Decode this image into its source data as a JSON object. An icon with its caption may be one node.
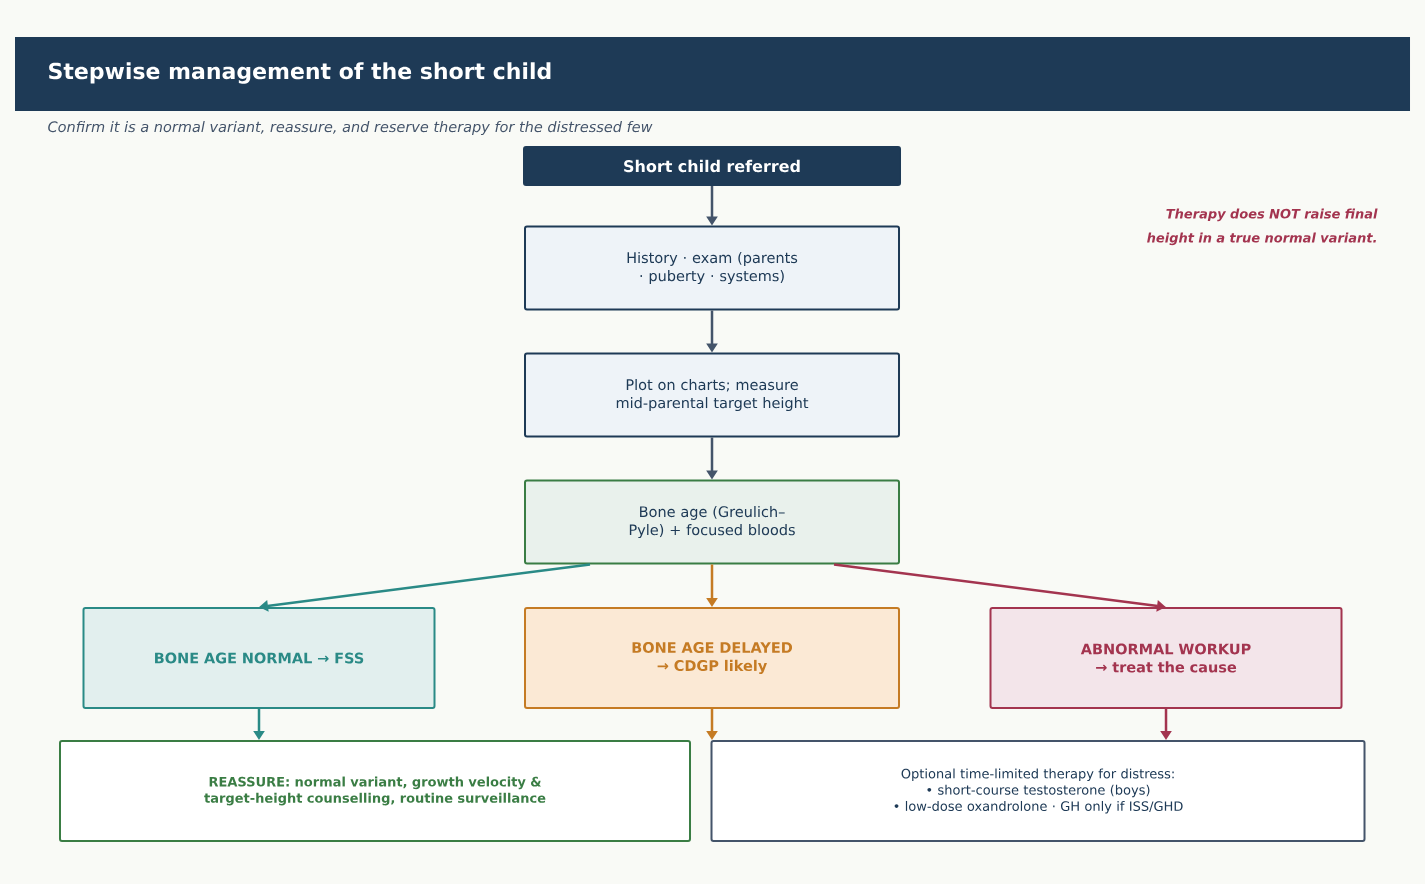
{
  "diagram": {
    "title": "Stepwise management of the short child",
    "caption": "Confirm it is a normal variant, reassure, and reserve therapy for the distressed few",
    "nodes": [
      {
        "text": [
          "Short child referred"
        ]
      },
      {
        "text": [
          "History · exam (parents · puberty · systems)"
        ]
      },
      {
        "text": [
          "Plot on charts; measure mid-parental target height"
        ]
      },
      {
        "text": [
          "Bone age (Greulich–Pyle) + focused bloods"
        ]
      },
      {
        "text": [
          "BONE AGE NORMAL → FSS"
        ]
      },
      {
        "text": [
          "BONE AGE DELAYED → CDGP likely"
        ]
      },
      {
        "text": [
          "ABNORMAL WORKUP → treat the cause"
        ]
      },
      {
        "text": [
          "REASSURE: normal variant, growth velocity & target-height counselling, routine surveillance"
        ]
      },
      {
        "text": [
          "Optional time-limited therapy for distress:",
          "• short-course testosterone (boys)",
          "• low-dose oxandrolone · GH only if ISS/GHD"
        ]
      }
    ],
    "edges": [
      {
        "from": 0,
        "to": 1,
        "arrow": "to",
        "color": "#44546a"
      },
      {
        "from": 1,
        "to": 2,
        "arrow": "to",
        "color": "#44546a"
      },
      {
        "from": 2,
        "to": 3,
        "arrow": "to",
        "color": "#44546a"
      },
      {
        "from": 3,
        "to": 4,
        "arrow": "to",
        "color": "#2a8a86"
      },
      {
        "from": 3,
        "to": 5,
        "arrow": "to",
        "color": "#c57b24"
      },
      {
        "from": 3,
        "to": 6,
        "arrow": "to",
        "color": "#a3344f"
      },
      {
        "from": 4,
        "to": 7,
        "arrow": "to",
        "color": "#2a8a86"
      },
      {
        "from": 5,
        "to": 8,
        "arrow": "to",
        "color": "#c57b24"
      },
      {
        "from": 6,
        "to": 8,
        "arrow": "to",
        "color": "#a3344f"
      }
    ],
    "labels": [
      "Therapy does NOT raise final height in a true normal variant."
    ]
  }
}
